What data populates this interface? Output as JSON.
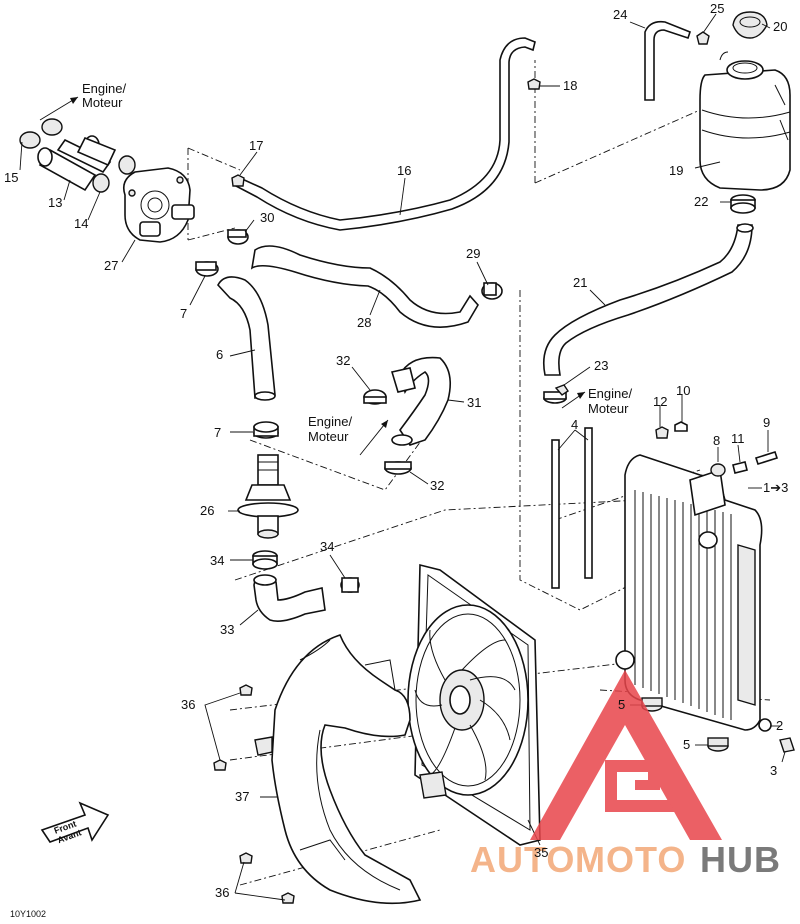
{
  "diagram": {
    "figure_id": "10Y1002",
    "engine_labels": [
      {
        "line1": "Engine/",
        "line2": "Moteur"
      },
      {
        "line1": "Engine/",
        "line2": "Moteur"
      },
      {
        "line1": "Engine/",
        "line2": "Moteur"
      }
    ],
    "front_label": {
      "line1": "Front",
      "line2": "Avant"
    },
    "callouts": [
      "24",
      "25",
      "20",
      "18",
      "19",
      "22",
      "21",
      "23",
      "15",
      "13",
      "14",
      "27",
      "17",
      "16",
      "30",
      "7",
      "6",
      "7",
      "29",
      "28",
      "32",
      "31",
      "32",
      "26",
      "34",
      "34",
      "33",
      "4",
      "10",
      "12",
      "9",
      "8",
      "11",
      "1➔3",
      "36",
      "37",
      "36",
      "5",
      "5",
      "2",
      "3",
      "35"
    ]
  },
  "watermark": {
    "part1": "AUTO",
    "part2": "MOTO",
    "part3": "HUB",
    "colors": {
      "triangle": "#e8454b",
      "text_light": "#f4b48a",
      "text_dark": "#7a7a7a"
    }
  }
}
